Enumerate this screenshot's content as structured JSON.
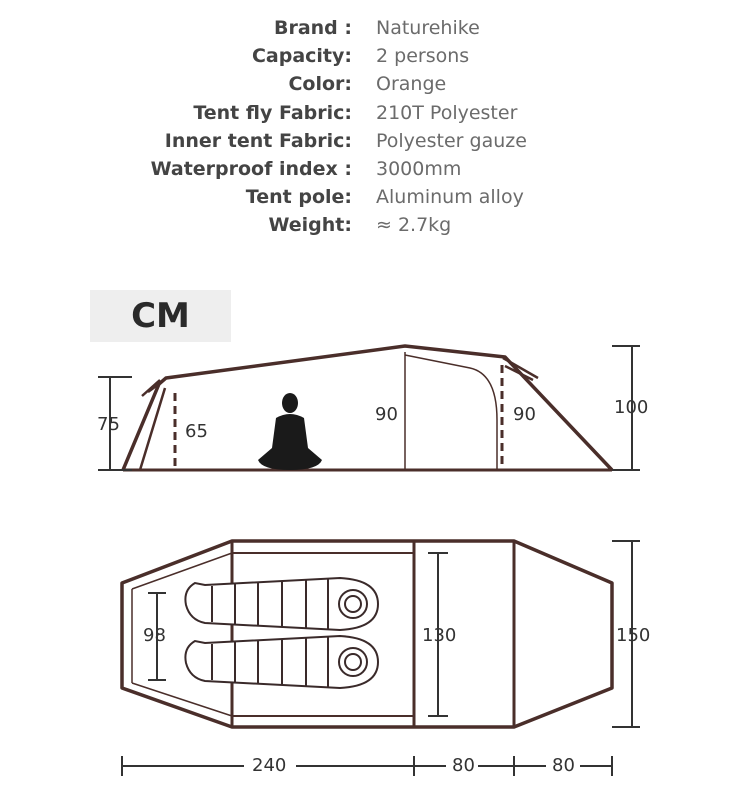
{
  "specs": [
    {
      "label": "Brand :",
      "value": "Naturehike"
    },
    {
      "label": "Capacity:",
      "value": "2 persons"
    },
    {
      "label": "Color:",
      "value": "Orange"
    },
    {
      "label": "Tent fly Fabric:",
      "value": "210T Polyester"
    },
    {
      "label": "Inner tent Fabric:",
      "value": "Polyester gauze"
    },
    {
      "label": "Waterproof index :",
      "value": "3000mm"
    },
    {
      "label": "Tent pole:",
      "value": "Aluminum alloy"
    },
    {
      "label": "Weight:",
      "value": "≈ 2.7kg"
    }
  ],
  "unit_label": "CM",
  "side_view": {
    "front_height": "75",
    "inner_front_height": "65",
    "inner_back_height": "90",
    "vestibule_height": "90",
    "total_height": "100"
  },
  "top_view": {
    "front_width": "98",
    "inner_width": "130",
    "total_width": "150",
    "length_inner": "240",
    "length_middle": "80",
    "length_vestibule": "80"
  },
  "colors": {
    "outline": "#4a2e2a",
    "dimension": "#333333",
    "cm_box": "#eeeeee"
  }
}
